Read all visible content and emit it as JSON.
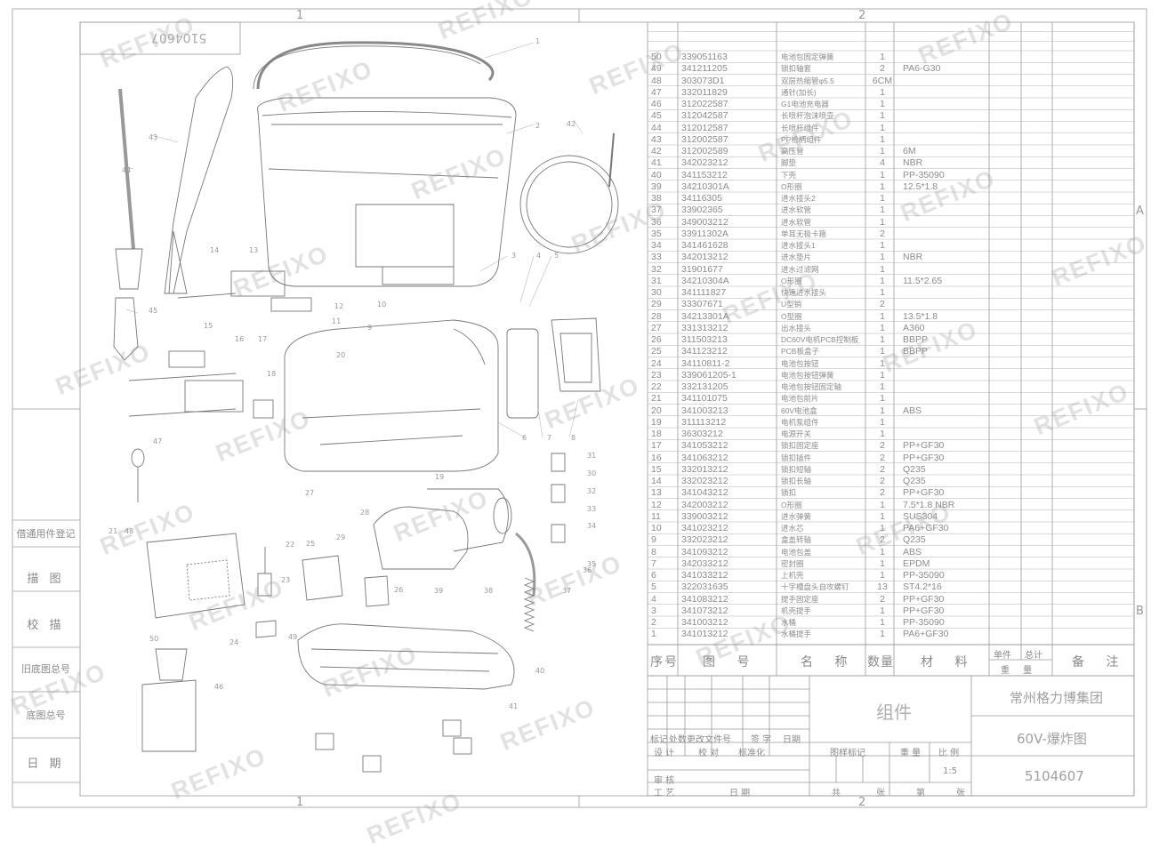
{
  "drawing": {
    "number_box": "5104607",
    "zones_top": [
      "1",
      "2"
    ],
    "zones_bottom": [
      "1",
      "2"
    ],
    "zones_right": [
      "A",
      "B"
    ]
  },
  "watermark": "REFIXO",
  "bom": [
    {
      "no": "50",
      "code": "339051163",
      "name": "电池包固定弹簧",
      "qty": "1",
      "mat": ""
    },
    {
      "no": "49",
      "code": "341211205",
      "name": "锁扣轴套",
      "qty": "2",
      "mat": "PA6-G30"
    },
    {
      "no": "48",
      "code": "303073D1",
      "name": "双层热缩管φ5.5",
      "qty": "6CM",
      "mat": ""
    },
    {
      "no": "47",
      "code": "332011829",
      "name": "通针(加长)",
      "qty": "1",
      "mat": ""
    },
    {
      "no": "46",
      "code": "312022587",
      "name": "G1电池充电器",
      "qty": "1",
      "mat": ""
    },
    {
      "no": "45",
      "code": "312042587",
      "name": "长喷杆泡沫喷壶",
      "qty": "1",
      "mat": ""
    },
    {
      "no": "44",
      "code": "312012587",
      "name": "长喷杆组件",
      "qty": "1",
      "mat": ""
    },
    {
      "no": "43",
      "code": "312002587",
      "name": "PP枪柄组件",
      "qty": "1",
      "mat": ""
    },
    {
      "no": "42",
      "code": "312002589",
      "name": "高压管",
      "qty": "1",
      "mat": "6M"
    },
    {
      "no": "41",
      "code": "342023212",
      "name": "脚垫",
      "qty": "4",
      "mat": "NBR"
    },
    {
      "no": "40",
      "code": "341153212",
      "name": "下壳",
      "qty": "1",
      "mat": "PP-35090"
    },
    {
      "no": "39",
      "code": "34210301A",
      "name": "O形圈",
      "qty": "1",
      "mat": "12.5*1.8"
    },
    {
      "no": "38",
      "code": "34116305",
      "name": "进水接头2",
      "qty": "1",
      "mat": ""
    },
    {
      "no": "37",
      "code": "33902365",
      "name": "进水软管",
      "qty": "1",
      "mat": ""
    },
    {
      "no": "36",
      "code": "349003212",
      "name": "进水软管",
      "qty": "1",
      "mat": ""
    },
    {
      "no": "35",
      "code": "33911302A",
      "name": "单耳无极卡箍",
      "qty": "2",
      "mat": ""
    },
    {
      "no": "34",
      "code": "341461628",
      "name": "进水接头1",
      "qty": "1",
      "mat": ""
    },
    {
      "no": "33",
      "code": "342013212",
      "name": "进水垫片",
      "qty": "1",
      "mat": "NBR"
    },
    {
      "no": "32",
      "code": "31901677",
      "name": "进水过滤网",
      "qty": "1",
      "mat": ""
    },
    {
      "no": "31",
      "code": "34210304A",
      "name": "O形圈",
      "qty": "1",
      "mat": "11.5*2.65"
    },
    {
      "no": "30",
      "code": "341111827",
      "name": "快速进水接头",
      "qty": "1",
      "mat": ""
    },
    {
      "no": "29",
      "code": "33307671",
      "name": "U型销",
      "qty": "2",
      "mat": ""
    },
    {
      "no": "28",
      "code": "34213301A",
      "name": "O型圈",
      "qty": "1",
      "mat": "13.5*1.8"
    },
    {
      "no": "27",
      "code": "331313212",
      "name": "出水接头",
      "qty": "1",
      "mat": "A360"
    },
    {
      "no": "26",
      "code": "311503213",
      "name": "DC60V电机PCB控制板",
      "qty": "1",
      "mat": "BBPP"
    },
    {
      "no": "25",
      "code": "341123212",
      "name": "PCB板盒子",
      "qty": "1",
      "mat": "BBPP"
    },
    {
      "no": "24",
      "code": "34110811-2",
      "name": "电池包按钮",
      "qty": "1",
      "mat": ""
    },
    {
      "no": "23",
      "code": "339061205-1",
      "name": "电池包按钮弹簧",
      "qty": "1",
      "mat": ""
    },
    {
      "no": "22",
      "code": "332131205",
      "name": "电池包按钮固定轴",
      "qty": "1",
      "mat": ""
    },
    {
      "no": "21",
      "code": "341101075",
      "name": "电池包前片",
      "qty": "1",
      "mat": ""
    },
    {
      "no": "20",
      "code": "341003213",
      "name": "60V电池盒",
      "qty": "1",
      "mat": "ABS"
    },
    {
      "no": "19",
      "code": "311113212",
      "name": "电机泵组件",
      "qty": "1",
      "mat": ""
    },
    {
      "no": "18",
      "code": "36303212",
      "name": "电源开关",
      "qty": "1",
      "mat": ""
    },
    {
      "no": "17",
      "code": "341053212",
      "name": "锁扣固定座",
      "qty": "2",
      "mat": "PP+GF30"
    },
    {
      "no": "16",
      "code": "341063212",
      "name": "锁扣插件",
      "qty": "2",
      "mat": "PP+GF30"
    },
    {
      "no": "15",
      "code": "332013212",
      "name": "锁扣短轴",
      "qty": "2",
      "mat": "Q235"
    },
    {
      "no": "14",
      "code": "332023212",
      "name": "锁扣长轴",
      "qty": "2",
      "mat": "Q235"
    },
    {
      "no": "13",
      "code": "341043212",
      "name": "锁扣",
      "qty": "2",
      "mat": "PP+GF30"
    },
    {
      "no": "12",
      "code": "342003212",
      "name": "O形圈",
      "qty": "1",
      "mat": "7.5*1.8 NBR"
    },
    {
      "no": "11",
      "code": "339003212",
      "name": "进水弹簧",
      "qty": "1",
      "mat": "SUS304"
    },
    {
      "no": "10",
      "code": "341023212",
      "name": "进水芯",
      "qty": "1",
      "mat": "PA6+GF30"
    },
    {
      "no": "9",
      "code": "332023212",
      "name": "盒盖转轴",
      "qty": "2",
      "mat": "Q235"
    },
    {
      "no": "8",
      "code": "341093212",
      "name": "电池包盖",
      "qty": "1",
      "mat": "ABS"
    },
    {
      "no": "7",
      "code": "342033212",
      "name": "密封圈",
      "qty": "1",
      "mat": "EPDM"
    },
    {
      "no": "6",
      "code": "341033212",
      "name": "上机壳",
      "qty": "1",
      "mat": "PP-35090"
    },
    {
      "no": "5",
      "code": "322031635",
      "name": "十字槽盘头自攻螺钉",
      "qty": "13",
      "mat": "ST4.2*16"
    },
    {
      "no": "4",
      "code": "341083212",
      "name": "提手固定座",
      "qty": "2",
      "mat": "PP+GF30"
    },
    {
      "no": "3",
      "code": "341073212",
      "name": "机壳提手",
      "qty": "1",
      "mat": "PP+GF30"
    },
    {
      "no": "2",
      "code": "341003212",
      "name": "水桶",
      "qty": "1",
      "mat": "PP-35090"
    },
    {
      "no": "1",
      "code": "341013212",
      "name": "水桶提手",
      "qty": "1",
      "mat": "PA6+GF30"
    }
  ],
  "bom_header": {
    "seq": "序号",
    "drawing_no": "图 号",
    "name": "名 称",
    "qty": "数量",
    "material": "材 料",
    "unit_weight": "单件",
    "total_weight": "总计",
    "weight": "重 量",
    "remark": "备 注"
  },
  "side_labels": [
    "借通用件登记",
    "描 图",
    "校 描",
    "旧底图总号",
    "底图总号",
    "日 期"
  ],
  "title_block": {
    "assembly": "组件",
    "company": "常州格力博集团",
    "drawing_title": "60V-爆炸图",
    "drawing_number": "5104607",
    "scale_value": "1:5",
    "labels": {
      "mark": "标记",
      "count": "处数",
      "change_doc": "更改文件号",
      "signature": "签 字",
      "date": "日期",
      "design": "设 计",
      "stdization": "标准化",
      "proofread": "校 对",
      "review": "审 核",
      "process": "工 艺",
      "approve": "日 期",
      "stage_mark": "图样标记",
      "weight": "重 量",
      "scale": "比 例",
      "total": "共",
      "sheet": "张",
      "page": "第",
      "page_unit": "张"
    }
  },
  "callouts": [
    "1",
    "2",
    "3",
    "4",
    "5",
    "6",
    "7",
    "8",
    "9",
    "10",
    "11",
    "12",
    "13",
    "14",
    "15",
    "16",
    "17",
    "18",
    "19",
    "20",
    "21",
    "22",
    "23",
    "24",
    "25",
    "26",
    "27",
    "28",
    "29",
    "30",
    "31",
    "32",
    "33",
    "34",
    "35",
    "36",
    "37",
    "38",
    "39",
    "40",
    "41",
    "42",
    "43",
    "44",
    "45",
    "46",
    "47",
    "48",
    "49",
    "50"
  ]
}
